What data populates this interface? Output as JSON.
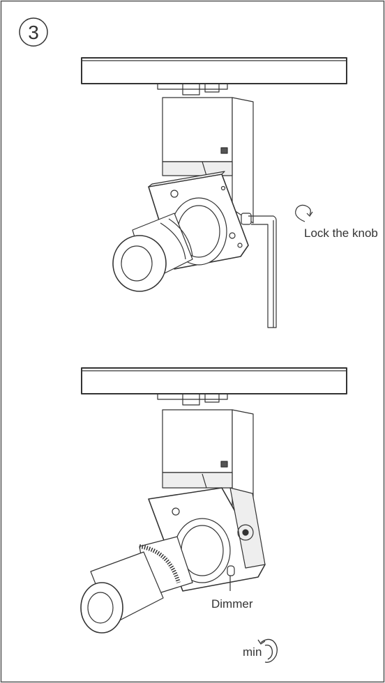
{
  "step": {
    "number": "3"
  },
  "labels": {
    "lock_knob": "Lock the knob",
    "dimmer": "Dimmer",
    "min": "min"
  },
  "colors": {
    "stroke": "#333333",
    "border": "#555555",
    "shade": "#eeeeee",
    "accent": "#000000"
  },
  "icons": {
    "rotate_lock": "rotate-arrow-icon",
    "rotate_min": "rotate-counterclockwise-icon"
  }
}
